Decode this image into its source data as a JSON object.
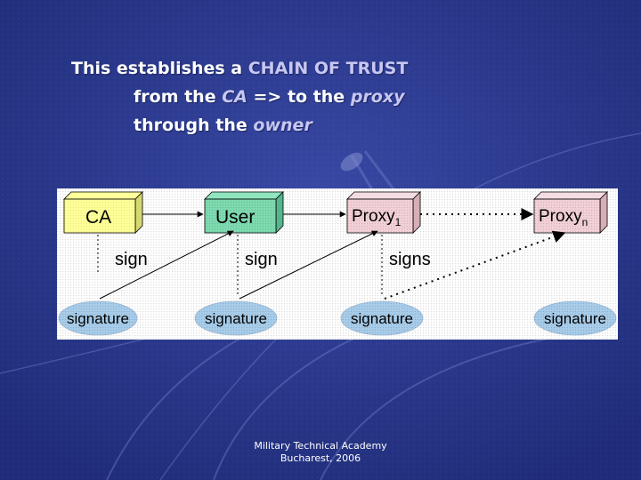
{
  "slide": {
    "line1_prefix": "This establishes a ",
    "line1_highlight": "CHAIN OF TRUST",
    "line2_prefix": "from the ",
    "line2_ca": "CA",
    "line2_middle": " => to the ",
    "line2_proxy": "proxy",
    "line3_prefix": "through the ",
    "line3_owner": "owner"
  },
  "diagram": {
    "nodes": {
      "ca": "CA",
      "user": "User",
      "proxy1": "Proxy",
      "proxy1_sub": "1",
      "proxyn": "Proxy",
      "proxyn_sub": "n"
    },
    "edge_labels": {
      "sign_ca": "sign",
      "sign_user": "sign",
      "signs_proxy": "signs"
    },
    "signatures": [
      "signature",
      "signature",
      "signature",
      "signature"
    ]
  },
  "footer": {
    "line1": "Military Technical Academy",
    "line2": "Bucharest, 2006"
  },
  "colors": {
    "background": "#2a3a8c",
    "ca_box": "#ffff99",
    "user_box": "#7fd9b0",
    "proxy_box": "#f0d0d6",
    "signature_ellipse": "#a8cce8",
    "highlight_text": "#c7c7f2"
  }
}
